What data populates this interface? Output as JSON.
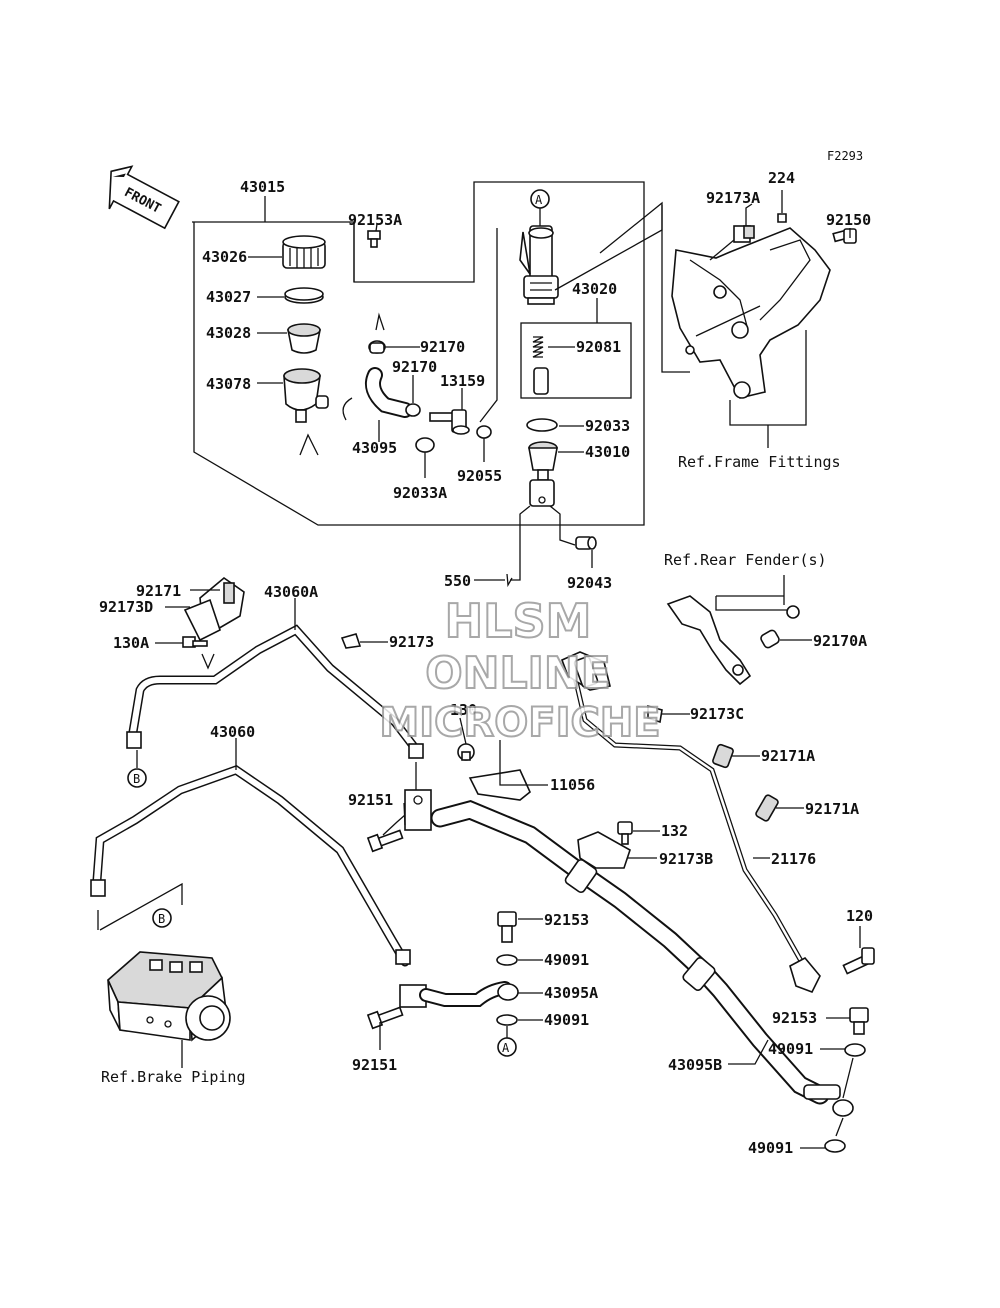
{
  "diagram_code": "F2293",
  "front_label": "FRONT",
  "watermark": {
    "line1": "HLSM",
    "line2": "ONLINE",
    "line3": "MICROFICHE"
  },
  "part_labels": {
    "p43015": "43015",
    "p92153A": "92153A",
    "p43026": "43026",
    "p43027": "43027",
    "p43028": "43028",
    "p43078": "43078",
    "p92170a": "92170",
    "p92170b": "92170",
    "p13159": "13159",
    "p43095": "43095",
    "p92033A": "92033A",
    "p92055": "92055",
    "p43020": "43020",
    "p92081": "92081",
    "p92033": "92033",
    "p43010": "43010",
    "p92043": "92043",
    "p550": "550",
    "p92173A": "92173A",
    "p224": "224",
    "p92150": "92150",
    "p92171": "92171",
    "p92173D": "92173D",
    "p130A": "130A",
    "p43060A": "43060A",
    "p92173": "92173",
    "p43060": "43060",
    "p130": "130",
    "p11056": "11056",
    "p92151a": "92151",
    "p92170A": "92170A",
    "p92173C": "92173C",
    "p92171Aa": "92171A",
    "p92171Ab": "92171A",
    "p132": "132",
    "p92173B": "92173B",
    "p21176": "21176",
    "p92153a": "92153",
    "p49091a": "49091",
    "p43095A": "43095A",
    "p49091b": "49091",
    "p92151b": "92151",
    "p120": "120",
    "p92153b": "92153",
    "p49091c": "49091",
    "p43095B": "43095B",
    "p49091d": "49091"
  },
  "refs": {
    "frame_fittings": "Ref.Frame Fittings",
    "rear_fender": "Ref.Rear Fender(s)",
    "brake_piping": "Ref.Brake Piping"
  },
  "markers": {
    "A": "A",
    "B": "B"
  }
}
